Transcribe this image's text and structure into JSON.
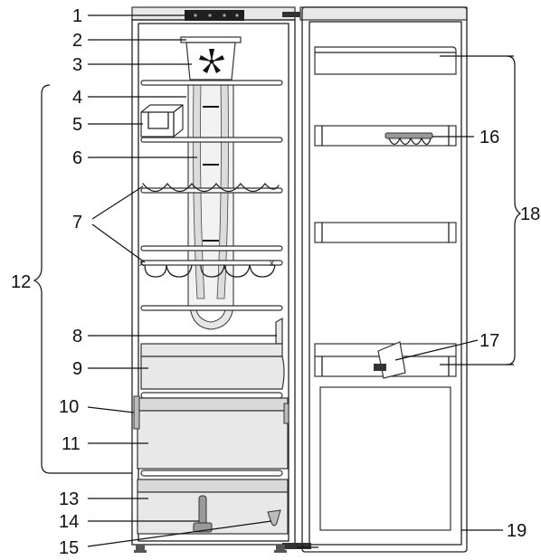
{
  "labels": [
    "1",
    "2",
    "3",
    "4",
    "5",
    "6",
    "7",
    "8",
    "9",
    "10",
    "11",
    "12",
    "13",
    "14",
    "15",
    "16",
    "17",
    "18",
    "19"
  ],
  "colors": {
    "outline": "#222222",
    "panel_grey": "#d9d9d9",
    "light_grey": "#e8e8e8",
    "control_panel": "#1f1f1f"
  },
  "icons": [
    "fan-icon"
  ]
}
